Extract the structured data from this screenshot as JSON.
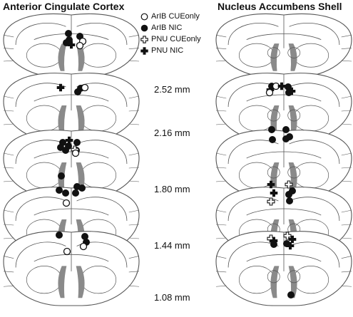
{
  "titles": {
    "left": "Anterior Cingulate Cortex",
    "right": "Nucleus Accumbens Shell"
  },
  "legend": [
    {
      "label": "ArIB CUEonly",
      "marker": "circle-open"
    },
    {
      "label": "ArIB NIC",
      "marker": "circle-filled"
    },
    {
      "label": "PNU CUEonly",
      "marker": "cross-open"
    },
    {
      "label": "PNU NIC",
      "marker": "cross-filled"
    }
  ],
  "levels": [
    "2.52 mm",
    "2.16 mm",
    "1.80 mm",
    "1.44 mm",
    "1.08 mm"
  ],
  "colors": {
    "ink": "#111111",
    "outline": "#555555",
    "ventricle": "#8a8a8a"
  }
}
